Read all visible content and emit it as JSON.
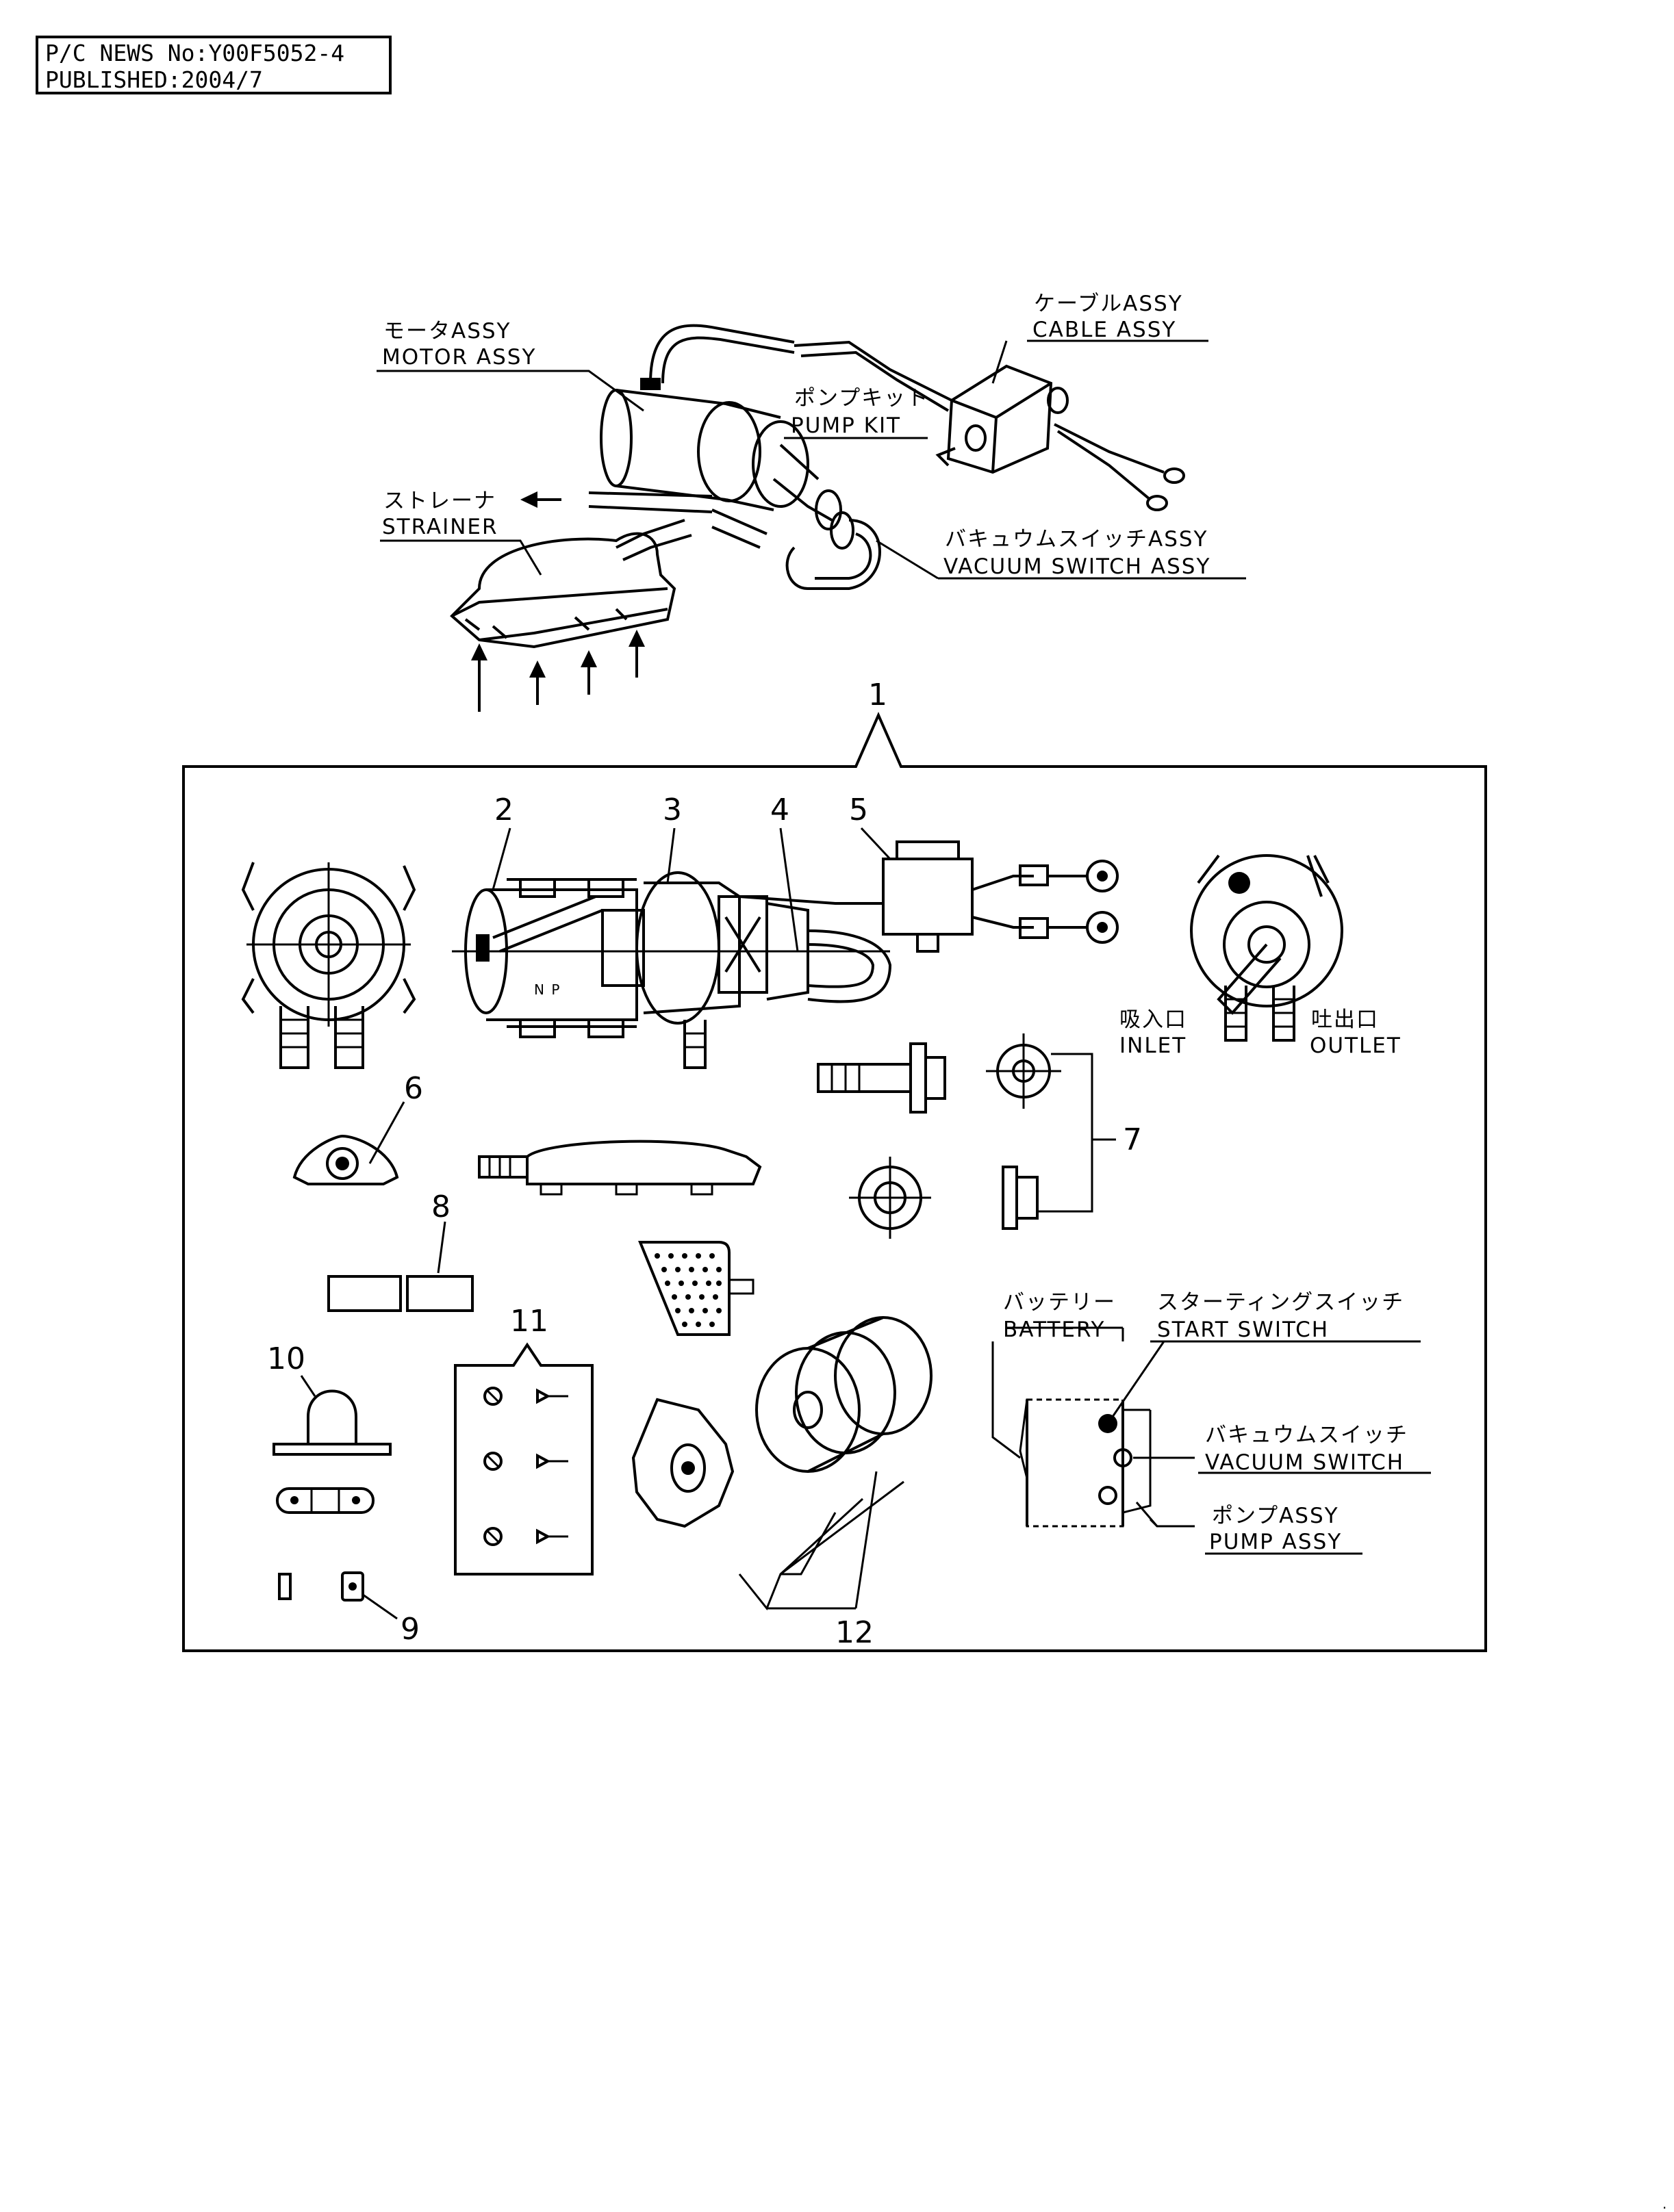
{
  "header": {
    "news_line": "P/C NEWS No:Y00F5052-4",
    "published_line": "PUBLISHED:2004/7"
  },
  "overview_labels": {
    "motor_jp": "モータASSY",
    "motor_en": "MOTOR ASSY",
    "cable_jp": "ケーブルASSY",
    "cable_en": "CABLE ASSY",
    "pump_kit_jp": "ポンプキット",
    "pump_kit_en": "PUMP KIT",
    "strainer_jp": "ストレーナ",
    "strainer_en": "STRAINER",
    "vacuum_switch_assy_jp": "バキュウムスイッチASSY",
    "vacuum_switch_assy_en": "VACUUM SWITCH ASSY"
  },
  "detail_labels": {
    "inlet_jp": "吸入口",
    "inlet_en": "INLET",
    "outlet_jp": "吐出口",
    "outlet_en": "OUTLET",
    "battery_jp": "バッテリー",
    "battery_en": "BATTERY",
    "start_switch_jp": "スターティングスイッチ",
    "start_switch_en": "START SWITCH",
    "vacuum_switch_jp": "バキュウムスイッチ",
    "vacuum_switch_en": "VACUUM SWITCH",
    "pump_assy_jp": "ポンプASSY",
    "pump_assy_en": "PUMP ASSY"
  },
  "callouts": [
    "1",
    "2",
    "3",
    "4",
    "5",
    "6",
    "7",
    "8",
    "9",
    "10",
    "11",
    "12"
  ],
  "footer_mark": "."
}
